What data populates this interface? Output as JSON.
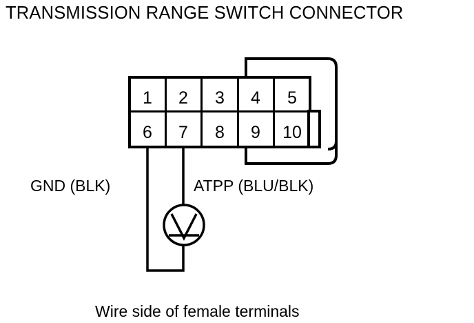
{
  "title": "TRANSMISSION RANGE SWITCH CONNECTOR",
  "caption": "Wire side of female terminals",
  "colors": {
    "background": "#ffffff",
    "ink": "#000000"
  },
  "connector": {
    "name": "transmission-range-switch-connector",
    "rows": [
      {
        "row": "top",
        "pins": [
          "1",
          "2",
          "3",
          "4",
          "5"
        ]
      },
      {
        "row": "bottom",
        "pins": [
          "6",
          "7",
          "8",
          "9",
          "10"
        ]
      }
    ]
  },
  "wire_labels": [
    {
      "id": "gnd",
      "text": "GND (BLK)",
      "pin": "6"
    },
    {
      "id": "atpp",
      "text": "ATPP (BLU/BLK)",
      "pin": "7"
    }
  ],
  "instrument": {
    "name": "voltmeter",
    "symbol": "V"
  }
}
